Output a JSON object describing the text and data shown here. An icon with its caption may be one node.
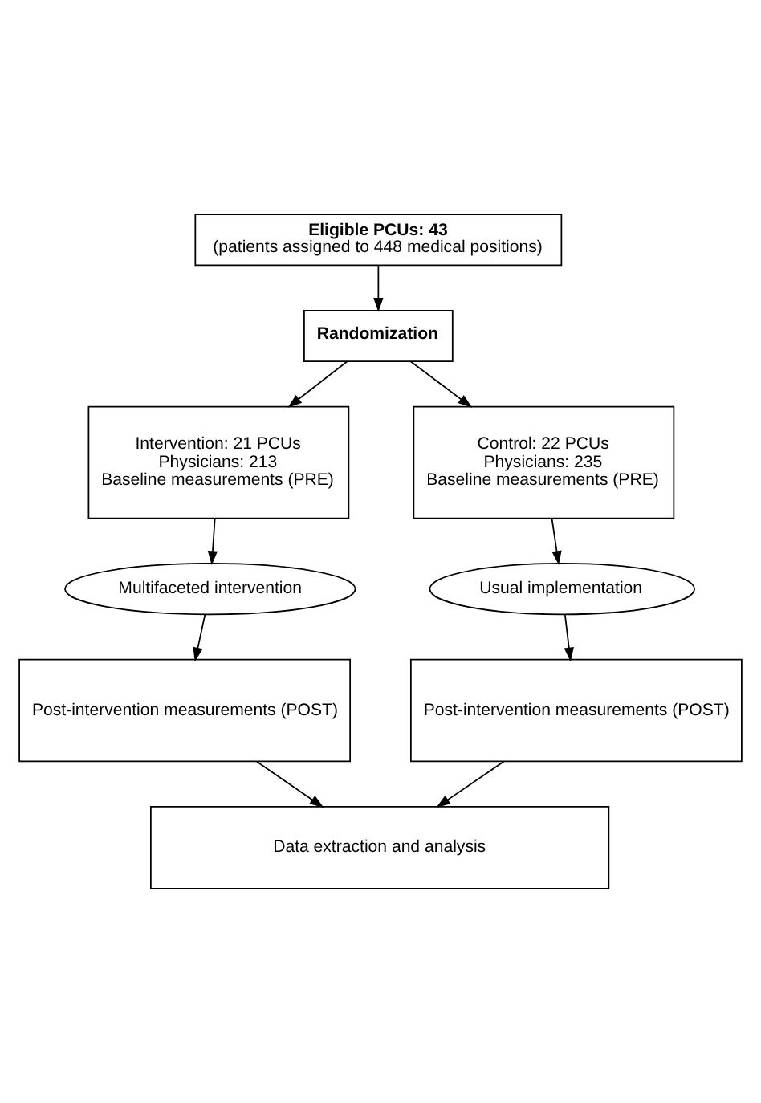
{
  "diagram": {
    "nodes": [
      {
        "text": [
          "Eligible PCUs: 43",
          "(patients assigned to 448 medical positions)"
        ]
      },
      {
        "text": [
          "Randomization"
        ]
      },
      {
        "text": [
          "Intervention: 21 PCUs",
          "Physicians: 213",
          "Baseline measurements (PRE)"
        ]
      },
      {
        "text": [
          "Control: 22 PCUs",
          "Physicians: 235",
          "Baseline measurements (PRE)"
        ]
      },
      {
        "text": [
          "Multifaceted intervention"
        ]
      },
      {
        "text": [
          "Usual implementation"
        ]
      },
      {
        "text": [
          "Post-intervention measurements (POST)"
        ]
      },
      {
        "text": [
          "Post-intervention measurements (POST)"
        ]
      },
      {
        "text": [
          "Data extraction and analysis"
        ]
      }
    ],
    "edges": [
      {
        "from": 0,
        "to": 1,
        "arrow": "to"
      },
      {
        "from": 1,
        "to": 2,
        "arrow": "to"
      },
      {
        "from": 1,
        "to": 3,
        "arrow": "to"
      },
      {
        "from": 2,
        "to": 4,
        "arrow": "to"
      },
      {
        "from": 3,
        "to": 5,
        "arrow": "to"
      },
      {
        "from": 4,
        "to": 6,
        "arrow": "to"
      },
      {
        "from": 5,
        "to": 7,
        "arrow": "to"
      },
      {
        "from": 6,
        "to": 8,
        "arrow": "to"
      },
      {
        "from": 7,
        "to": 8,
        "arrow": "to"
      }
    ]
  }
}
